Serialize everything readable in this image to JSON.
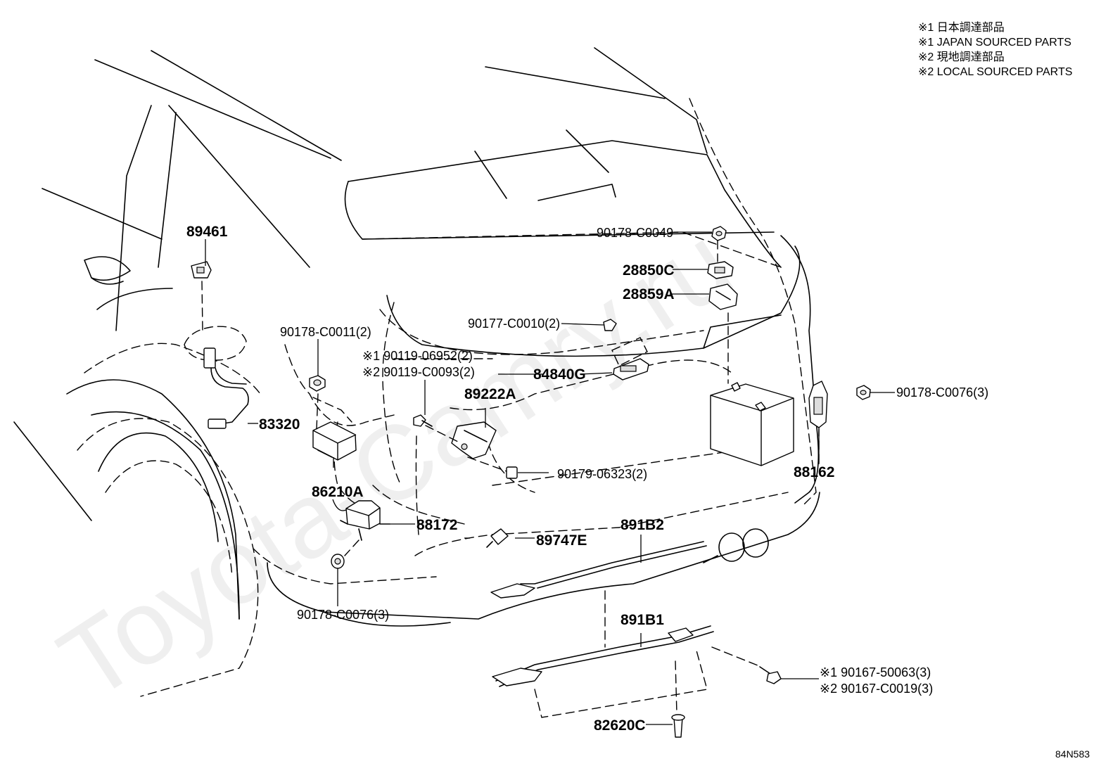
{
  "legend": [
    "※1 日本調達部品",
    "※1 JAPAN SOURCED PARTS",
    "※2 現地調達部品",
    "※2 LOCAL SOURCED PARTS"
  ],
  "watermark": "Toyota-Camry.ru",
  "drawing_code": "84N583",
  "callouts": {
    "p89461": "89461",
    "p83320": "83320",
    "p90178_C0011": "90178-C0011(2)",
    "p90119_06952": "※1 90119-06952(2)",
    "p90119_C0093": "※2 90119-C0093(2)",
    "p84840G": "84840G",
    "p89222A": "89222A",
    "p86210A": "86210A",
    "p90179_06323": "90179-06323(2)",
    "p88172": "88172",
    "p89747E": "89747E",
    "p891B2": "891B2",
    "p90178_C0076_left": "90178-C0076(3)",
    "p891B1": "891B1",
    "p90167_50063": "※1 90167-50063(3)",
    "p90167_C0019": "※2 90167-C0019(3)",
    "p82620C": "82620C",
    "p90178_C0049": "90178-C0049",
    "p28850C": "28850C",
    "p28859A": "28859A",
    "p90177_C0010": "90177-C0010(2)",
    "p90178_C0076_right": "90178-C0076(3)",
    "p88162": "88162"
  }
}
